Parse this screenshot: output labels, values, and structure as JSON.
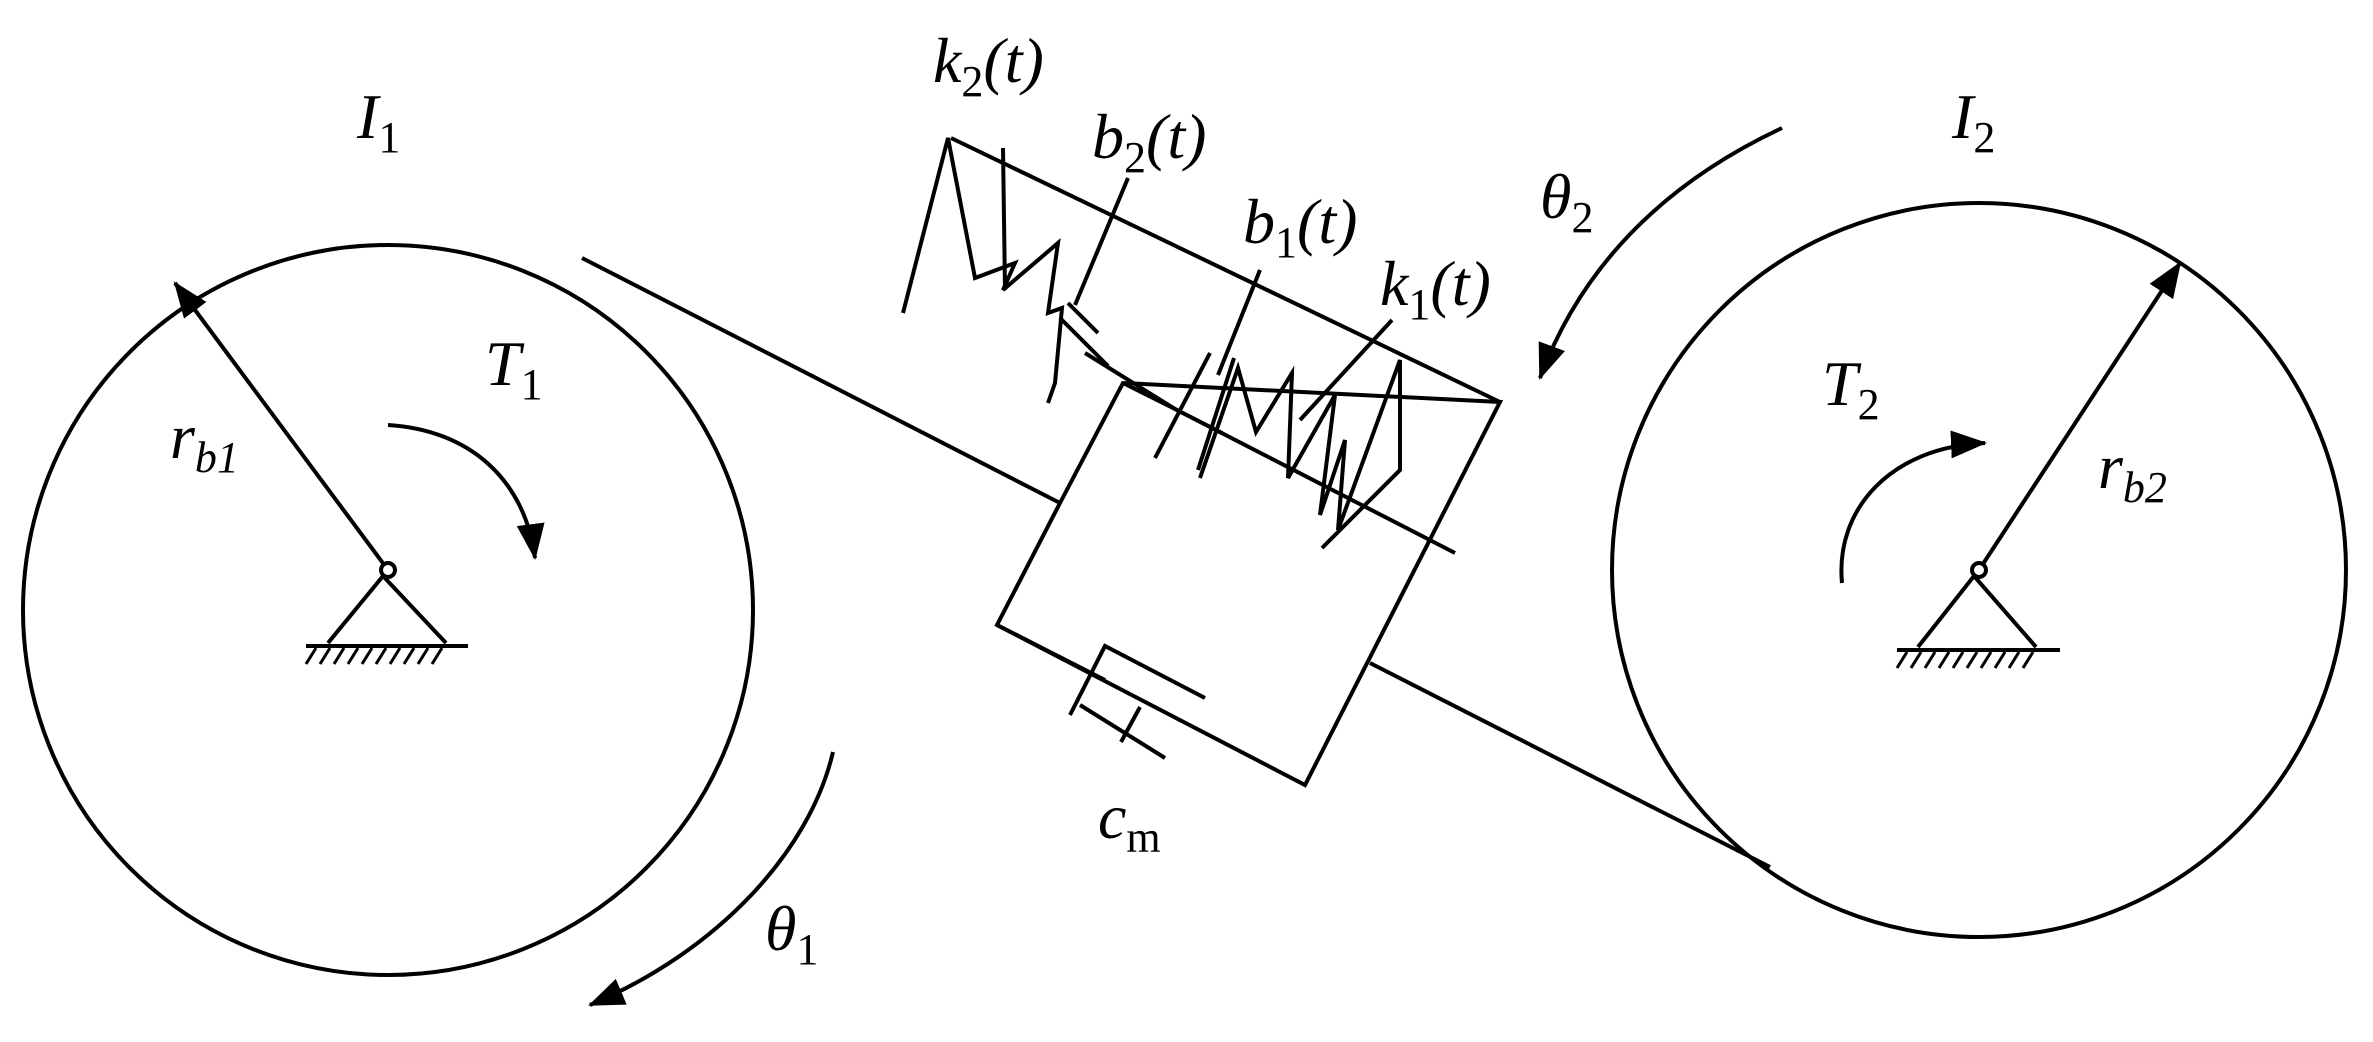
{
  "labels": {
    "I1": {
      "base": "I",
      "sub": "1"
    },
    "I2": {
      "base": "I",
      "sub": "2"
    },
    "T1": {
      "base": "T",
      "sub": "1"
    },
    "T2": {
      "base": "T",
      "sub": "2"
    },
    "rb1": {
      "base": "r",
      "sub": "b1"
    },
    "rb2": {
      "base": "r",
      "sub": "b2"
    },
    "theta1": {
      "base": "θ",
      "sub": "1"
    },
    "theta2": {
      "base": "θ",
      "sub": "2"
    },
    "k2t": {
      "base": "k",
      "sub": "2",
      "tail": "(t)"
    },
    "b2t": {
      "base": "b",
      "sub": "2",
      "tail": "(t)"
    },
    "b1t": {
      "base": "b",
      "sub": "1",
      "tail": "(t)"
    },
    "k1t": {
      "base": "k",
      "sub": "1",
      "tail": "(t)"
    },
    "cm": {
      "base": "c",
      "sub": "m"
    }
  }
}
